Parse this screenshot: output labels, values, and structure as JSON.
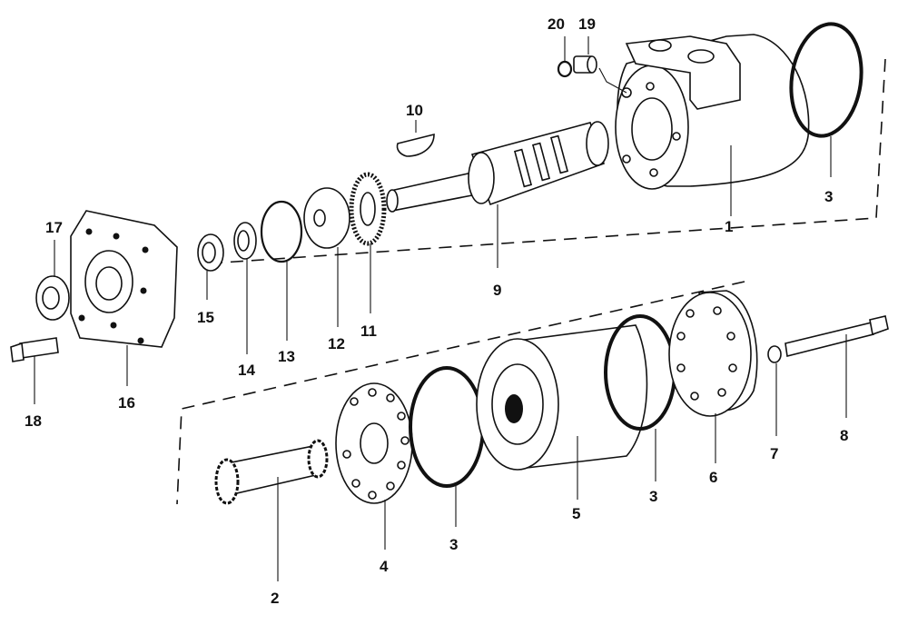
{
  "diagram": {
    "labels": {
      "p1": "1",
      "p2": "2",
      "p3a": "3",
      "p3b": "3",
      "p3c": "3",
      "p4": "4",
      "p5": "5",
      "p6": "6",
      "p7": "7",
      "p8": "8",
      "p9": "9",
      "p10": "10",
      "p11": "11",
      "p12": "12",
      "p13": "13",
      "p14": "14",
      "p15": "15",
      "p16": "16",
      "p17": "17",
      "p18": "18",
      "p19": "19",
      "p20": "20"
    },
    "colors": {
      "ink": "#111111",
      "background": "#ffffff"
    }
  }
}
